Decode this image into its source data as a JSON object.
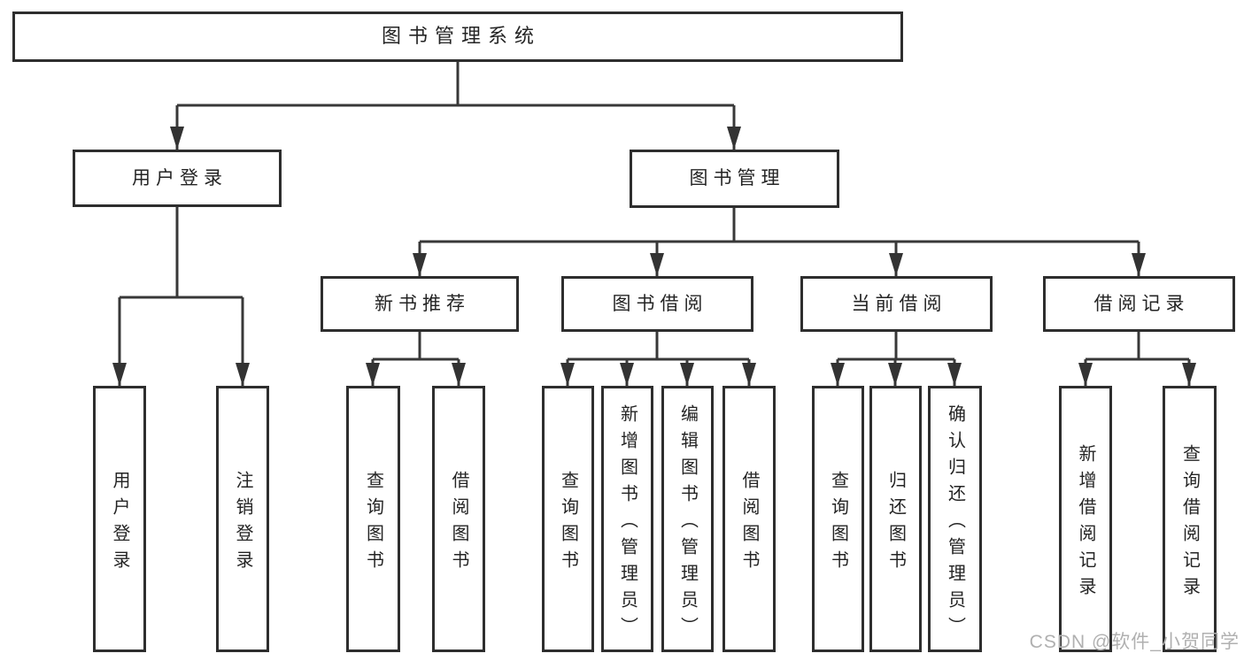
{
  "tree": {
    "label": "图书管理系统",
    "children": [
      {
        "label": "用户登录",
        "children": [
          {
            "label": "用户登录"
          },
          {
            "label": "注销登录"
          }
        ]
      },
      {
        "label": "图书管理",
        "children": [
          {
            "label": "新书推荐",
            "children": [
              {
                "label": "查询图书"
              },
              {
                "label": "借阅图书"
              }
            ]
          },
          {
            "label": "图书借阅",
            "children": [
              {
                "label": "查询图书"
              },
              {
                "label": "新增图书（管理员）"
              },
              {
                "label": "编辑图书（管理员）"
              },
              {
                "label": "借阅图书"
              }
            ]
          },
          {
            "label": "当前借阅",
            "children": [
              {
                "label": "查询图书"
              },
              {
                "label": "归还图书"
              },
              {
                "label": "确认归还（管理员）"
              }
            ]
          },
          {
            "label": "借阅记录",
            "children": [
              {
                "label": "新增借阅记录"
              },
              {
                "label": "查询借阅记录"
              }
            ]
          }
        ]
      }
    ]
  },
  "watermark": {
    "text": "CSDN @软件_小贺同学"
  },
  "colors": {
    "line": "#383838",
    "arrowhead": "#333333",
    "box_border": "#2e2e2e",
    "text": "#242424",
    "watermark": "#b0b0b0",
    "background": "#ffffff"
  }
}
